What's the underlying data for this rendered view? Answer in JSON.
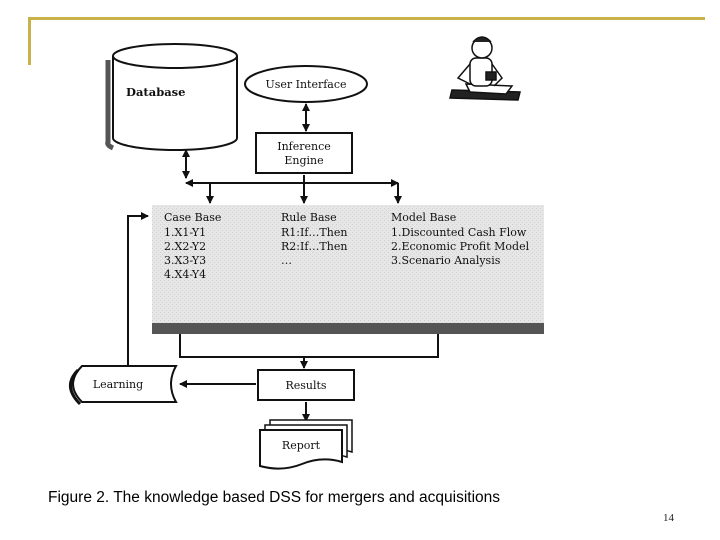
{
  "diagram": {
    "database": "Database",
    "user_interface": "User Interface",
    "inference_engine": [
      "Inference",
      "Engine"
    ],
    "case_base": {
      "title": "Case Base",
      "items": [
        "1.X1-Y1",
        "2.X2-Y2",
        "3.X3-Y3",
        "4.X4-Y4"
      ]
    },
    "rule_base": {
      "title": "Rule Base",
      "items": [
        "R1:If…Then",
        "R2:If…Then",
        "…"
      ]
    },
    "model_base": {
      "title": "Model Base",
      "items": [
        "1.Discounted Cash Flow",
        "2.Economic Profit Model",
        "3.Scenario Analysis"
      ]
    },
    "learning": "Learning",
    "results": "Results",
    "report": "Report"
  },
  "caption": "Figure 2. The knowledge based DSS for mergers and acquisitions",
  "page_number": "14",
  "colors": {
    "accent_gold": "#c8b24a",
    "panel_gray": "#d9d9d9",
    "panel_dark": "#555555"
  }
}
